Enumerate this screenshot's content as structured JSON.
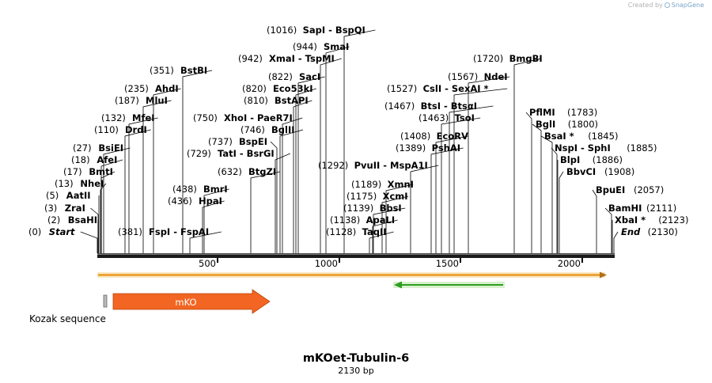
{
  "credit": {
    "created_by": "Created by",
    "brand": "SnapGene"
  },
  "title": "mKOet-Tubulin-6",
  "subtitle": "2130 bp",
  "kozak_label": "Kozak sequence",
  "mko_label": "mKO",
  "axis": {
    "ticks": [
      "500",
      "1000",
      "1500",
      "2000"
    ]
  },
  "colors": {
    "mko_arrow": "#f26522",
    "orange_bar": "#f0a030",
    "green_arrow": "#2e9e20"
  },
  "sites": [
    {
      "pos": "(2130)",
      "name": "End",
      "italic": true
    },
    {
      "pos": "(2123)",
      "name": "XbaI *"
    },
    {
      "pos": "(2111)",
      "name": "BamHI"
    },
    {
      "pos": "(2057)",
      "name": "BpuEI"
    },
    {
      "pos": "(1908)",
      "name": "BbvCI"
    },
    {
      "pos": "(1886)",
      "name": "BlpI"
    },
    {
      "pos": "(1885)",
      "name": "NspI - SphI"
    },
    {
      "pos": "(1845)",
      "name": "BsaI *"
    },
    {
      "pos": "(1800)",
      "name": "BglI"
    },
    {
      "pos": "(1783)",
      "name": "PflMI"
    },
    {
      "pos": "(1720)",
      "name": "BmgBI"
    },
    {
      "pos": "(1567)",
      "name": "NdeI"
    },
    {
      "pos": "(1527)",
      "name": "CslI - SexAI *"
    },
    {
      "pos": "(1467)",
      "name": "BtsI - BtsαI"
    },
    {
      "pos": "(1463)",
      "name": "TsoI"
    },
    {
      "pos": "(1408)",
      "name": "EcoRV"
    },
    {
      "pos": "(1389)",
      "name": "PshAI"
    },
    {
      "pos": "(1292)",
      "name": "PvuII - MspA1I"
    },
    {
      "pos": "(1189)",
      "name": "XmnI"
    },
    {
      "pos": "(1175)",
      "name": "XcmI"
    },
    {
      "pos": "(1139)",
      "name": "BbsI"
    },
    {
      "pos": "(1138)",
      "name": "ApaLI"
    },
    {
      "pos": "(1128)",
      "name": "TaqII"
    },
    {
      "pos": "(1016)",
      "name": "SapI - BspQI"
    },
    {
      "pos": "(944)",
      "name": "SmaI"
    },
    {
      "pos": "(942)",
      "name": "XmaI - TspMI"
    },
    {
      "pos": "(822)",
      "name": "SacI"
    },
    {
      "pos": "(820)",
      "name": "Eco53kI"
    },
    {
      "pos": "(810)",
      "name": "BstAPI"
    },
    {
      "pos": "(750)",
      "name": "XhoI - PaeR7I"
    },
    {
      "pos": "(746)",
      "name": "BglII"
    },
    {
      "pos": "(737)",
      "name": "BspEI"
    },
    {
      "pos": "(729)",
      "name": "TatI - BsrGI"
    },
    {
      "pos": "(632)",
      "name": "BtgZI"
    },
    {
      "pos": "(438)",
      "name": "BmrI"
    },
    {
      "pos": "(436)",
      "name": "HpaI"
    },
    {
      "pos": "(381)",
      "name": "FspI - FspAI"
    },
    {
      "pos": "(351)",
      "name": "BstBI"
    },
    {
      "pos": "(235)",
      "name": "AhdI"
    },
    {
      "pos": "(187)",
      "name": "MluI"
    },
    {
      "pos": "(132)",
      "name": "MfeI"
    },
    {
      "pos": "(110)",
      "name": "DrdI"
    },
    {
      "pos": "(27)",
      "name": "BsiEI"
    },
    {
      "pos": "(18)",
      "name": "AfeI"
    },
    {
      "pos": "(17)",
      "name": "BmtI"
    },
    {
      "pos": "(13)",
      "name": "NheI"
    },
    {
      "pos": "(5)",
      "name": "AatII"
    },
    {
      "pos": "(3)",
      "name": "ZraI"
    },
    {
      "pos": "(2)",
      "name": "BsaHI"
    },
    {
      "pos": "(0)",
      "name": "Start",
      "italic": true
    }
  ]
}
